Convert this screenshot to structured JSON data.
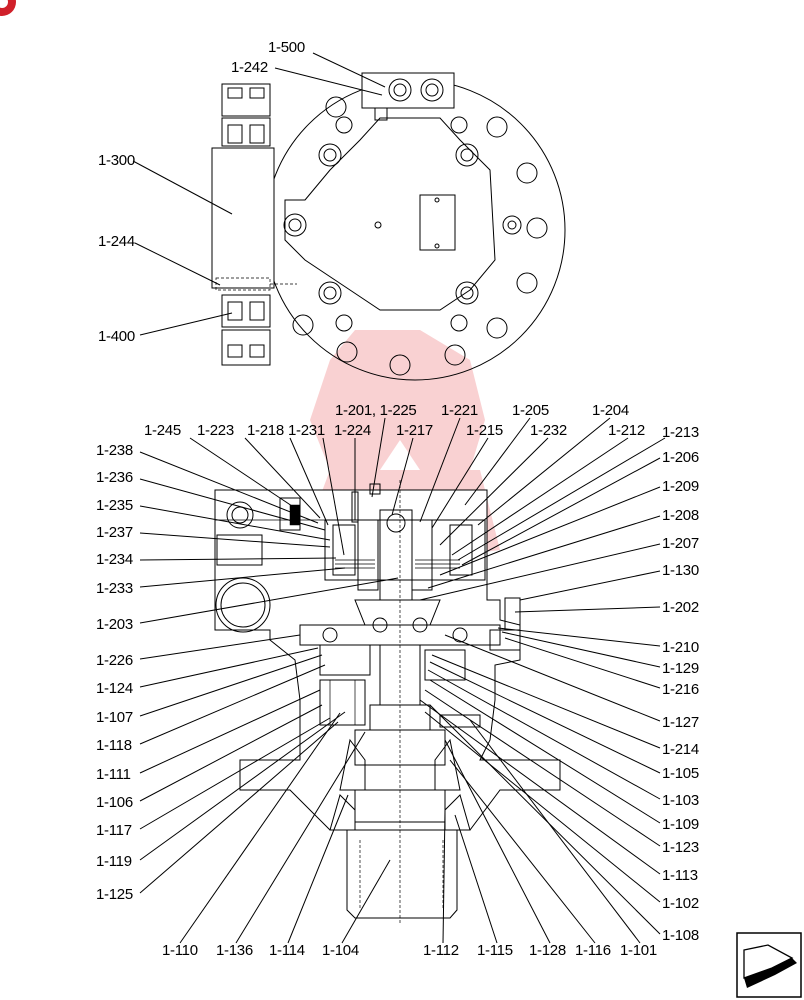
{
  "drawing": {
    "top_view_labels": [
      "1-500",
      "1-242",
      "1-300",
      "1-244",
      "1-400"
    ],
    "section_top_labels": [
      "1-201, 1-225",
      "1-221",
      "1-205",
      "1-204",
      "1-245",
      "1-223",
      "1-218",
      "1-231",
      "1-224",
      "1-217",
      "1-215",
      "1-232",
      "1-212",
      "1-213"
    ],
    "left_labels": [
      "1-238",
      "1-236",
      "1-235",
      "1-237",
      "1-234",
      "1-233",
      "1-203",
      "1-226",
      "1-124",
      "1-107",
      "1-118",
      "1-111",
      "1-106",
      "1-117",
      "1-119",
      "1-125"
    ],
    "right_labels": [
      "1-206",
      "1-209",
      "1-208",
      "1-207",
      "1-130",
      "1-202",
      "1-210",
      "1-129",
      "1-216",
      "1-127",
      "1-214",
      "1-105",
      "1-103",
      "1-109",
      "1-123",
      "1-113",
      "1-102",
      "1-108"
    ],
    "bottom_labels": [
      "1-110",
      "1-136",
      "1-114",
      "1-104",
      "1-112",
      "1-115",
      "1-128",
      "1-116",
      "1-101"
    ]
  },
  "colors": {
    "line": "#000000",
    "watermark": "#e8474a",
    "corner_badge": "#d0202a"
  },
  "icons": {
    "corner_badge": "corner-logo-icon",
    "next_page": "next-page-arrow-icon"
  }
}
